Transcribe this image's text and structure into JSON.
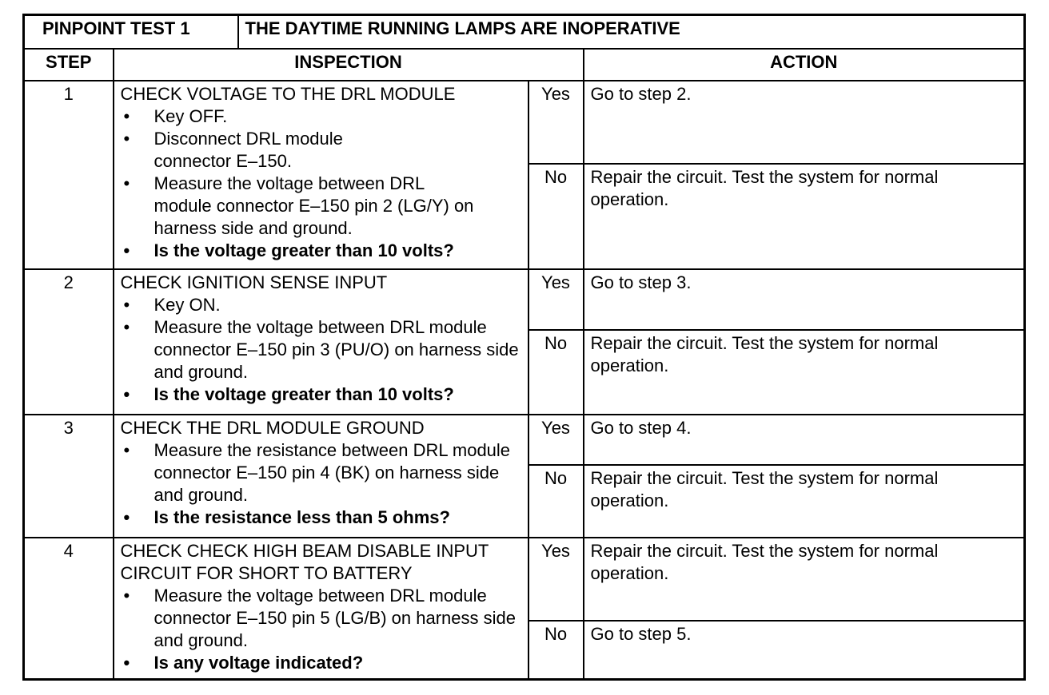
{
  "title": {
    "test_id": "PINPOINT TEST 1",
    "test_name": "THE DAYTIME RUNNING LAMPS ARE INOPERATIVE"
  },
  "headers": {
    "step": "STEP",
    "inspection": "INSPECTION",
    "action": "ACTION"
  },
  "steps": [
    {
      "number": "1",
      "check": "CHECK VOLTAGE TO THE DRL MODULE",
      "bullets": [
        "Key OFF.",
        "Disconnect DRL module connector E–150.",
        "Measure the voltage between DRL module connector E–150 pin 2 (LG/Y) on harness side and ground."
      ],
      "question": "Is the voltage greater than 10 volts?",
      "yes_label": "Yes",
      "yes_action": "Go to step 2.",
      "no_label": "No",
      "no_action": "Repair the circuit. Test the system for normal operation."
    },
    {
      "number": "2",
      "check": "CHECK IGNITION SENSE INPUT",
      "bullets": [
        "Key ON.",
        "Measure the voltage between DRL module connector E–150 pin 3 (PU/O) on harness side and ground."
      ],
      "question": "Is the voltage greater than 10 volts?",
      "yes_label": "Yes",
      "yes_action": "Go to step 3.",
      "no_label": "No",
      "no_action": "Repair the circuit. Test the system for normal operation."
    },
    {
      "number": "3",
      "check": "CHECK THE DRL MODULE GROUND",
      "bullets": [
        "Measure the resistance between DRL module connector E–150 pin 4 (BK) on harness side and ground."
      ],
      "question": "Is the resistance less than 5 ohms?",
      "yes_label": "Yes",
      "yes_action": "Go to step 4.",
      "no_label": "No",
      "no_action": "Repair the circuit. Test the system for normal operation."
    },
    {
      "number": "4",
      "check": "CHECK CHECK HIGH BEAM DISABLE INPUT CIRCUIT FOR SHORT TO BATTERY",
      "bullets": [
        "Measure the voltage between DRL module connector E–150 pin 5 (LG/B) on harness side and ground."
      ],
      "question": "Is any voltage indicated?",
      "yes_label": "Yes",
      "yes_action": "Repair the circuit. Test the system for normal operation.",
      "no_label": "No",
      "no_action": "Go to step 5."
    }
  ]
}
